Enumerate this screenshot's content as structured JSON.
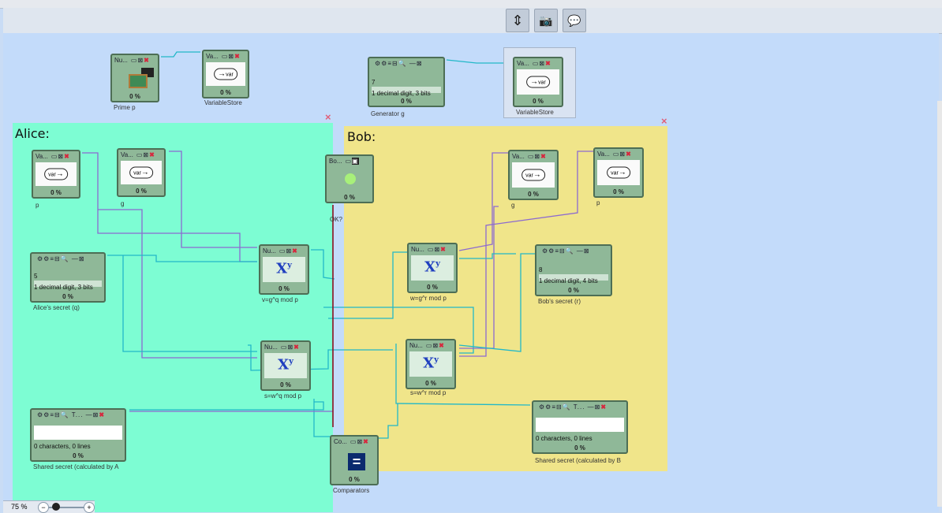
{
  "toolbar": {
    "buttons": [
      {
        "icon": "fit-to-window-icon",
        "glyph": "⇕"
      },
      {
        "icon": "camera-icon",
        "glyph": "📷"
      },
      {
        "icon": "speech-bubble-icon",
        "glyph": "💬"
      }
    ]
  },
  "groups": {
    "alice": {
      "label": "Alice:",
      "close": "×"
    },
    "bob": {
      "label": "Bob:",
      "close": "×"
    }
  },
  "nodes": {
    "prime_p": {
      "head": "Nu...",
      "caption": "Prime p",
      "pct": "0 %"
    },
    "varstore_top": {
      "head": "Va...",
      "caption": "VariableStore",
      "pct": "0 %",
      "var": "var"
    },
    "generator_g": {
      "value": "7",
      "desc": "1 decimal digit, 3 bits",
      "caption": "Generator g",
      "pct": "0 %"
    },
    "varstore_top2": {
      "head": "Va...",
      "caption": "VariableStore",
      "pct": "0 %",
      "var": "var"
    },
    "alice_p": {
      "head": "Va...",
      "caption": "p",
      "pct": "0 %",
      "var": "var"
    },
    "alice_g": {
      "head": "Va...",
      "caption": "g",
      "pct": "0 %",
      "var": "var"
    },
    "bo_ok": {
      "head": "Bo...",
      "caption": "OK?",
      "pct": "0 %"
    },
    "alice_secret": {
      "value": "5",
      "desc": "1 decimal digit, 3 bits",
      "caption": "Alice's secret (q)",
      "pct": "0 %"
    },
    "v_mod": {
      "head": "Nu...",
      "caption": "v=g^q mod p",
      "pct": "0 %"
    },
    "s_mod_alice": {
      "head": "Nu...",
      "caption": "s=w^q mod p",
      "pct": "0 %"
    },
    "alice_shared": {
      "head": "T...",
      "text": "0 characters,  0 lines",
      "caption": "Shared secret (calculated by A",
      "pct": "0 %"
    },
    "comparators": {
      "head": "Co...",
      "caption": "Comparators",
      "pct": "0 %"
    },
    "bob_g": {
      "head": "Va...",
      "caption": "g",
      "pct": "0 %",
      "var": "var"
    },
    "bob_p": {
      "head": "Va...",
      "caption": "p",
      "pct": "0 %",
      "var": "var"
    },
    "w_mod": {
      "head": "Nu...",
      "caption": "w=g^r mod p",
      "pct": "0 %"
    },
    "bob_secret": {
      "value": "8",
      "desc": "1 decimal digit, 4 bits",
      "caption": "Bob's secret (r)",
      "pct": "0 %"
    },
    "s_mod_bob": {
      "head": "Nu...",
      "caption": "s=w^r mod p",
      "pct": "0 %"
    },
    "bob_shared": {
      "head": "T...",
      "text": "0 characters,  0 lines",
      "caption": "Shared secret (calculated by B",
      "pct": "0 %"
    }
  },
  "zoom": {
    "level": "75 %"
  },
  "colors": {
    "alice_bg": "#7dfdd3",
    "bob_bg": "#f0e58a",
    "canvas": "#c3dbfa",
    "wire_cyan": "#22b8c8",
    "wire_purple": "#8c6ad0",
    "wire_red": "#8b1020"
  }
}
